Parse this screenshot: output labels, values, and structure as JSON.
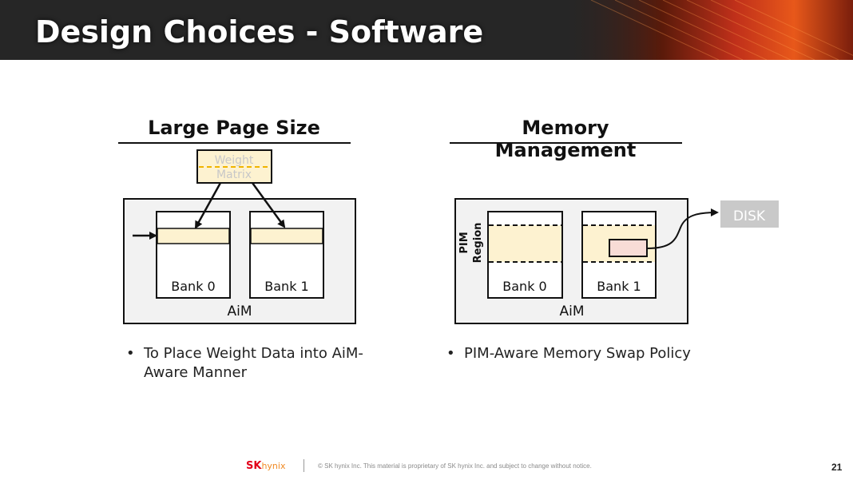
{
  "slide": {
    "title": "Design Choices - Software",
    "page_number": "21"
  },
  "left_panel": {
    "title": "Large Page Size",
    "weight_box_label_line1": "Weight",
    "weight_box_label_line2": "Matrix",
    "bank0_label": "Bank 0",
    "bank1_label": "Bank 1",
    "container_label": "AiM",
    "bullet_line1": "To Place Weight Data into AiM-",
    "bullet_line2": "Aware Manner"
  },
  "right_panel": {
    "title": "Memory Management",
    "region_label_line1": "PIM",
    "region_label_line2": "Region",
    "bank0_label": "Bank 0",
    "bank1_label": "Bank 1",
    "container_label": "AiM",
    "disk_label": "DISK",
    "bullet": "PIM-Aware Memory Swap Policy"
  },
  "footer": {
    "logo_sk": "SK",
    "logo_hynix": "hynix",
    "notice": "© SK hynix Inc. This material is proprietary of SK hynix Inc. and subject to change without notice."
  },
  "colors": {
    "header_bg": "#262626",
    "panel_bg": "#f2f2f2",
    "highlight": "#fdf2d0",
    "swap_block": "#f8dcd6",
    "dashed_line": "#f0b400",
    "disk_bg": "#c9c9c9"
  }
}
